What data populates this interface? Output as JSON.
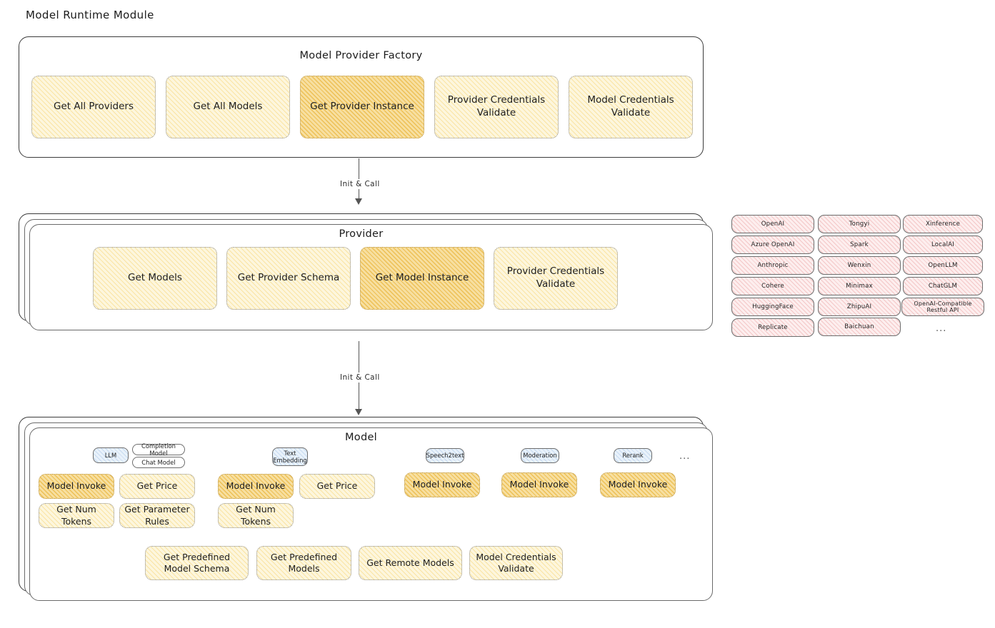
{
  "page": {
    "title": "Model Runtime Module"
  },
  "sections": {
    "factory": {
      "title": "Model Provider Factory",
      "nodes": [
        {
          "label": "Get All Providers",
          "highlighted": false
        },
        {
          "label": "Get All Models",
          "highlighted": false
        },
        {
          "label": "Get Provider Instance",
          "highlighted": true
        },
        {
          "label": "Provider Credentials Validate",
          "highlighted": false
        },
        {
          "label": "Model Credentials Validate",
          "highlighted": false
        }
      ]
    },
    "provider": {
      "title": "Provider",
      "nodes": [
        {
          "label": "Get Models",
          "highlighted": false
        },
        {
          "label": "Get Provider Schema",
          "highlighted": false
        },
        {
          "label": "Get Model Instance",
          "highlighted": true
        },
        {
          "label": "Provider Credentials Validate",
          "highlighted": false
        }
      ]
    },
    "model": {
      "title": "Model",
      "types": [
        {
          "name": "LLM",
          "subtypes": [
            "Completion Model",
            "Chat Model"
          ],
          "methods": [
            {
              "label": "Model Invoke",
              "highlighted": true
            },
            {
              "label": "Get Price",
              "highlighted": false
            },
            {
              "label": "Get Num Tokens",
              "highlighted": false
            },
            {
              "label": "Get Parameter Rules",
              "highlighted": false
            }
          ]
        },
        {
          "name": "Text Embedding",
          "subtypes": [],
          "methods": [
            {
              "label": "Model Invoke",
              "highlighted": true
            },
            {
              "label": "Get Price",
              "highlighted": false
            },
            {
              "label": "Get Num Tokens",
              "highlighted": false
            }
          ]
        },
        {
          "name": "Speech2text",
          "subtypes": [],
          "methods": [
            {
              "label": "Model Invoke",
              "highlighted": true
            }
          ]
        },
        {
          "name": "Moderation",
          "subtypes": [],
          "methods": [
            {
              "label": "Model Invoke",
              "highlighted": true
            }
          ]
        },
        {
          "name": "Rerank",
          "subtypes": [],
          "methods": [
            {
              "label": "Model Invoke",
              "highlighted": true
            }
          ]
        }
      ],
      "more_indicator": "...",
      "shared_methods": [
        {
          "label": "Get Predefined Model Schema",
          "highlighted": false
        },
        {
          "label": "Get Predefined Models",
          "highlighted": false
        },
        {
          "label": "Get Remote Models",
          "highlighted": false
        },
        {
          "label": "Model Credentials Validate",
          "highlighted": false
        }
      ]
    }
  },
  "connectors": [
    {
      "label": "Init & Call"
    },
    {
      "label": "Init & Call"
    }
  ],
  "provider_list": {
    "columns": [
      {
        "items": [
          "OpenAI",
          "Azure OpenAI",
          "Anthropic",
          "Cohere",
          "HuggingFace",
          "Replicate"
        ],
        "more": ""
      },
      {
        "items": [
          "Tongyi",
          "Spark",
          "Wenxin",
          "Minimax",
          "ZhipuAI",
          "Baichuan"
        ],
        "more": ""
      },
      {
        "items": [
          "Xinference",
          "LocalAI",
          "OpenLLM",
          "ChatGLM",
          "OpenAI-Compatible Restful API"
        ],
        "more": "..."
      }
    ]
  },
  "colors": {
    "node_fill": "#fdf6dd",
    "node_fill_highlight": "#f7dfa0",
    "provider_pill_fill": "#fdeeee",
    "model_chip_fill": "#e9f2fb",
    "stroke": "#3b3b3b"
  }
}
